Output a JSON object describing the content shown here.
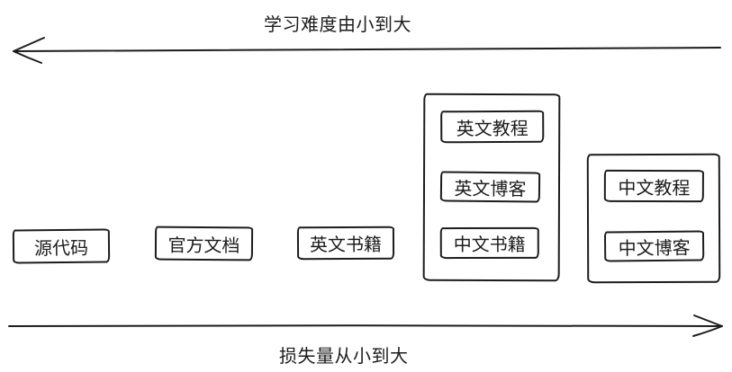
{
  "diagram": {
    "top_arrow": {
      "label": "学习难度由小到大",
      "direction": "left"
    },
    "bottom_arrow": {
      "label": "损失量从小到大",
      "direction": "right"
    },
    "standalone_boxes": [
      {
        "label": "源代码"
      },
      {
        "label": "官方文档"
      },
      {
        "label": "英文书籍"
      }
    ],
    "groups": [
      {
        "items": [
          {
            "label": "英文教程"
          },
          {
            "label": "英文博客"
          },
          {
            "label": "中文书籍"
          }
        ]
      },
      {
        "items": [
          {
            "label": "中文教程"
          },
          {
            "label": "中文博客"
          }
        ]
      }
    ],
    "colors": {
      "stroke": "#1c1c1c",
      "background": "#ffffff"
    }
  }
}
